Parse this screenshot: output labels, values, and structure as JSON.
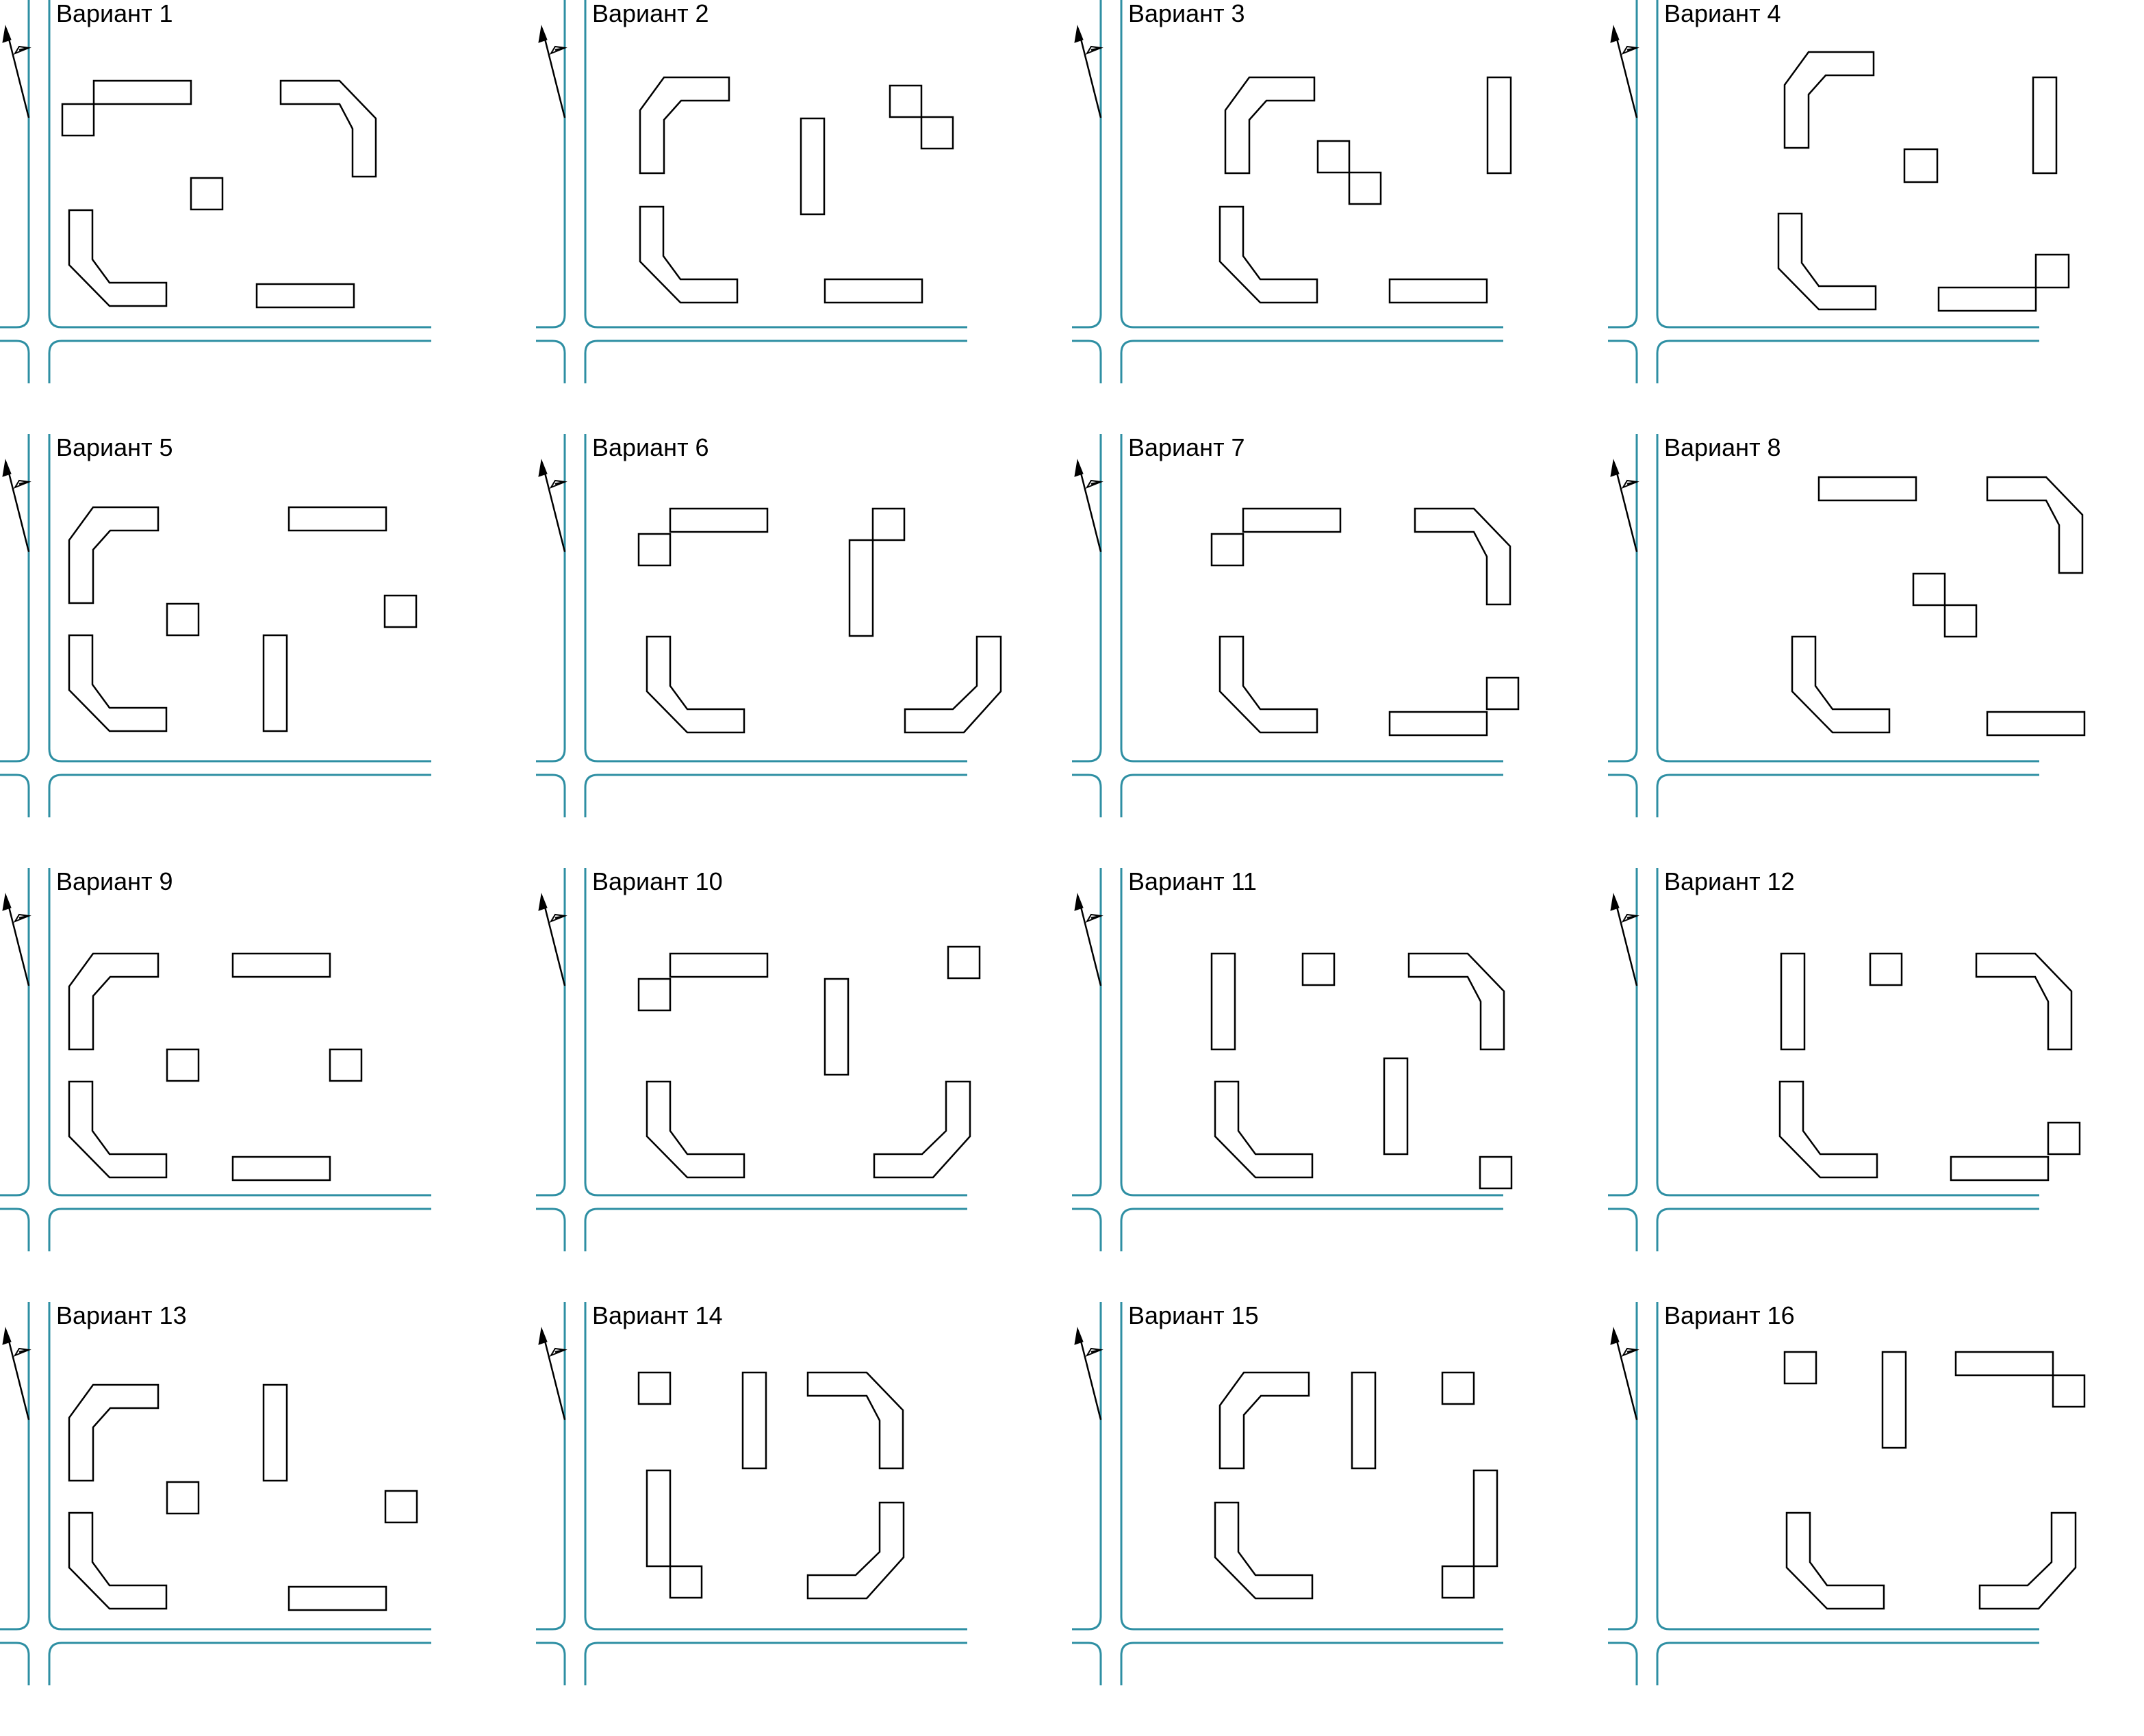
{
  "variants": [
    {
      "title": "Вариант 1"
    },
    {
      "title": "Вариант 2"
    },
    {
      "title": "Вариант 3"
    },
    {
      "title": "Вариант 4"
    },
    {
      "title": "Вариант 5"
    },
    {
      "title": "Вариант 6"
    },
    {
      "title": "Вариант 7"
    },
    {
      "title": "Вариант 8"
    },
    {
      "title": "Вариант 9"
    },
    {
      "title": "Вариант 10"
    },
    {
      "title": "Вариант 11"
    },
    {
      "title": "Вариант 12"
    },
    {
      "title": "Вариант 13"
    },
    {
      "title": "Вариант 14"
    },
    {
      "title": "Вариант 15"
    },
    {
      "title": "Вариант 16"
    }
  ],
  "colors": {
    "road": "#2e8fa3",
    "building": "#000000",
    "background": "#ffffff"
  },
  "icons": {
    "north_arrow": "north-arrow-icon"
  }
}
